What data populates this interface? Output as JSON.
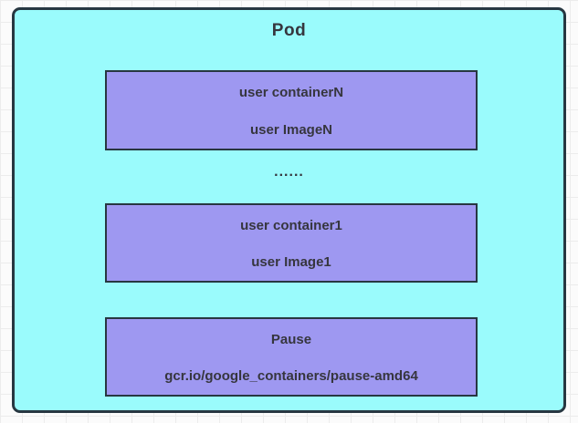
{
  "pod": {
    "label": "Pod",
    "containers": [
      {
        "name": "user containerN",
        "image": "user ImageN"
      },
      {
        "name": "user container1",
        "image": "user Image1"
      }
    ],
    "ellipsis": "......",
    "pause_container": {
      "name": "Pause",
      "image": "gcr.io/google_containers/pause-amd64"
    }
  },
  "colors": {
    "canvas_bg": "#fbfbfb",
    "grid_line": "#ececec",
    "pod_fill": "#9afbfc",
    "container_fill": "#9e98f1",
    "border_dark": "#273741",
    "text": "#36363e"
  }
}
